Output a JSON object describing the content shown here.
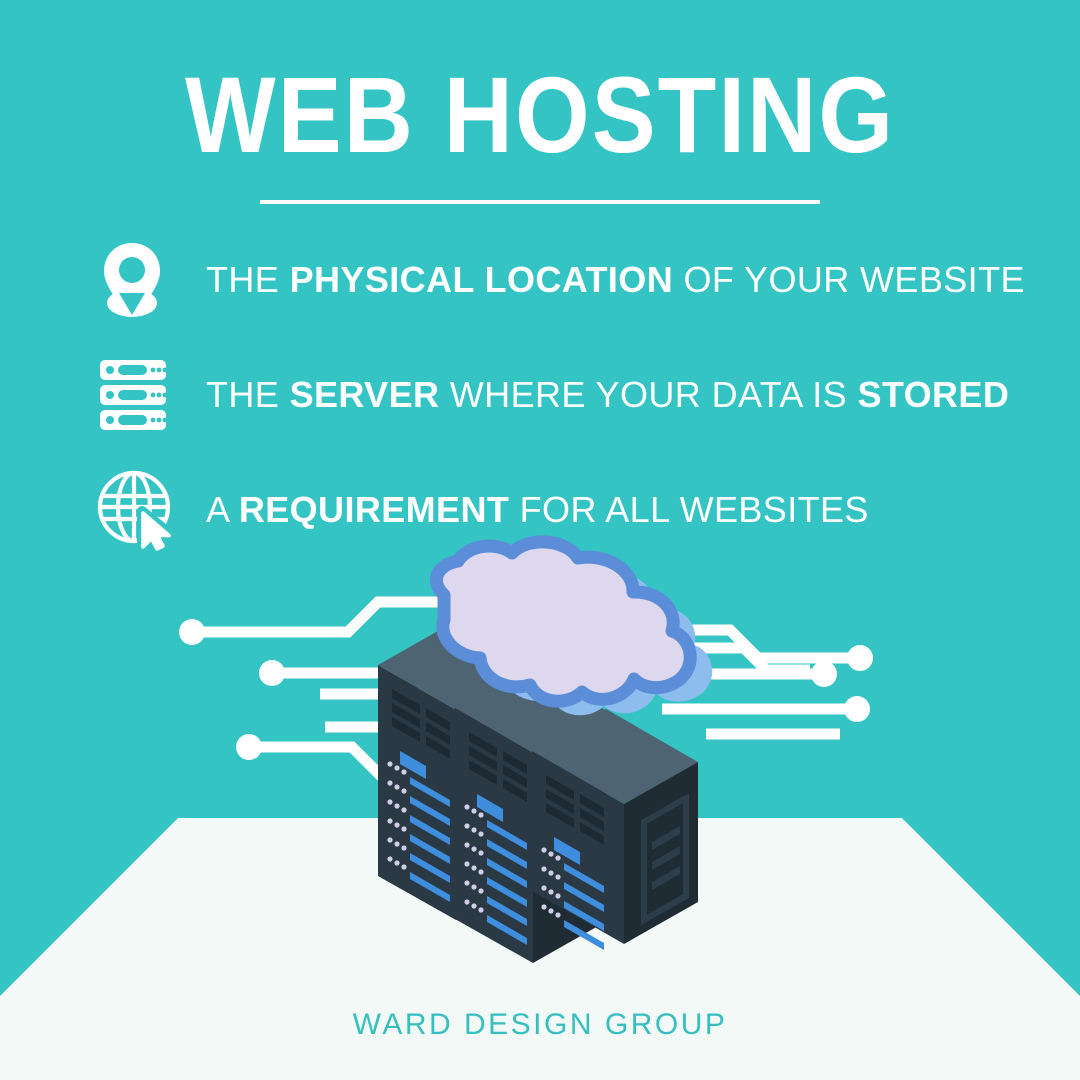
{
  "poster": {
    "background_color": "#35c4c4",
    "platform_color": "#f2f9f7",
    "title": "WEB HOSTING",
    "title_color": "#ffffff"
  },
  "bullets": [
    {
      "icon": "location-pin-icon",
      "text_prefix": "THE ",
      "text_bold": "PHYSICAL LOCATION",
      "text_suffix": " OF YOUR WEBSITE",
      "text_bold2": "",
      "text_suffix2": ""
    },
    {
      "icon": "server-rack-icon",
      "text_prefix": "THE ",
      "text_bold": "SERVER",
      "text_suffix": " WHERE YOUR DATA IS ",
      "text_bold2": "STORED",
      "text_suffix2": ""
    },
    {
      "icon": "globe-cursor-icon",
      "text_prefix": "A ",
      "text_bold": "REQUIREMENT",
      "text_suffix": " FOR ALL WEBSITES",
      "text_bold2": "",
      "text_suffix2": ""
    }
  ],
  "illustration": {
    "name": "isometric-server-racks-with-cloud",
    "cloud_top_color": "#ded8ee",
    "cloud_outline_color": "#5b8dd9",
    "cloud_side_color": "#8dbcef",
    "server_top_color": "#4e6472",
    "server_front_color": "#2b3a47",
    "server_side_color": "#223038",
    "server_accent_color": "#3f8ede",
    "circuit_line_color": "#ffffff"
  },
  "footer": {
    "text": "WARD DESIGN GROUP",
    "color": "#35bfbf"
  }
}
